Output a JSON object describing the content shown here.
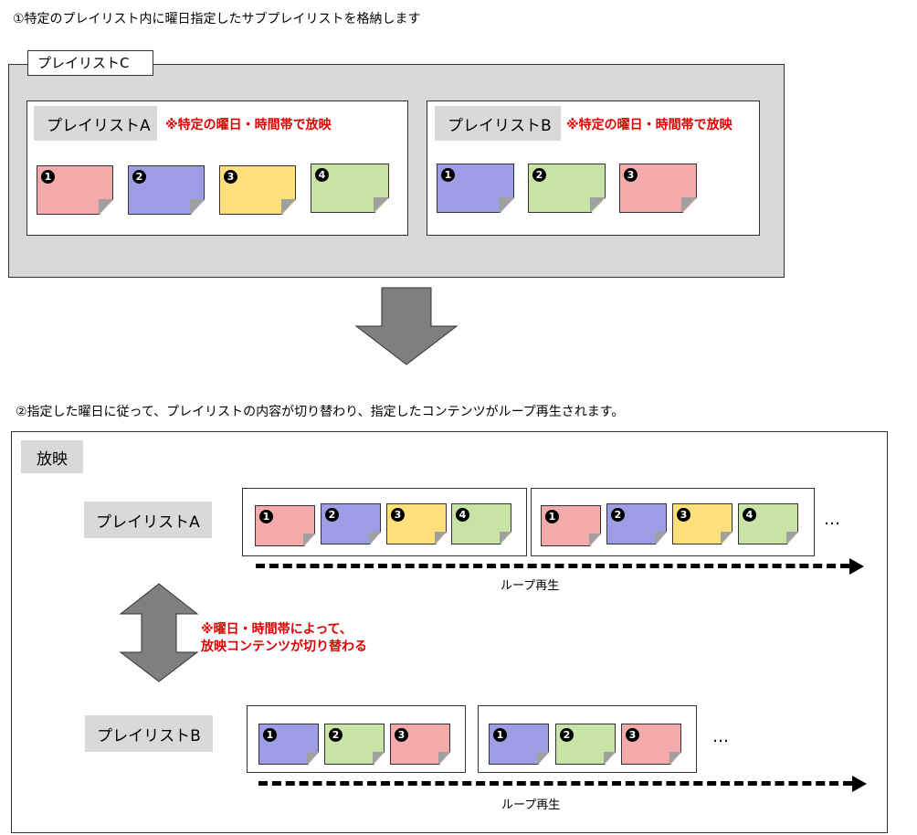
{
  "step1_text": "①特定のプレイリスト内に曜日指定したサブプレイリストを格納します",
  "step2_text": "②指定した曜日に従って、プレイリストの内容が切り替わり、指定したコンテンツがループ再生されます。",
  "playlist_c_label": "プレイリストC",
  "playlist_a_label": "プレイリストA",
  "playlist_b_label": "プレイリストB",
  "schedule_note": "※特定の曜日・時間帯で放映",
  "show_label": "放映",
  "switch_note_line1": "※曜日・時間帯によって、",
  "switch_note_line2": "放映コンテンツが切り替わる",
  "loop_label": "ループ再生",
  "ellipsis": "…",
  "playlist_a_items": [
    {
      "num": "1",
      "color": "#f4aaaa"
    },
    {
      "num": "2",
      "color": "#9d9de6"
    },
    {
      "num": "3",
      "color": "#fde07a"
    },
    {
      "num": "4",
      "color": "#c7e3a5"
    }
  ],
  "playlist_b_items": [
    {
      "num": "1",
      "color": "#9d9de6"
    },
    {
      "num": "2",
      "color": "#c7e3a5"
    },
    {
      "num": "3",
      "color": "#f4aaaa"
    }
  ],
  "colors": {
    "panel_gray": "#d9d9d9",
    "arrow_gray": "#7f7f7f",
    "note_red": "#e00000"
  }
}
